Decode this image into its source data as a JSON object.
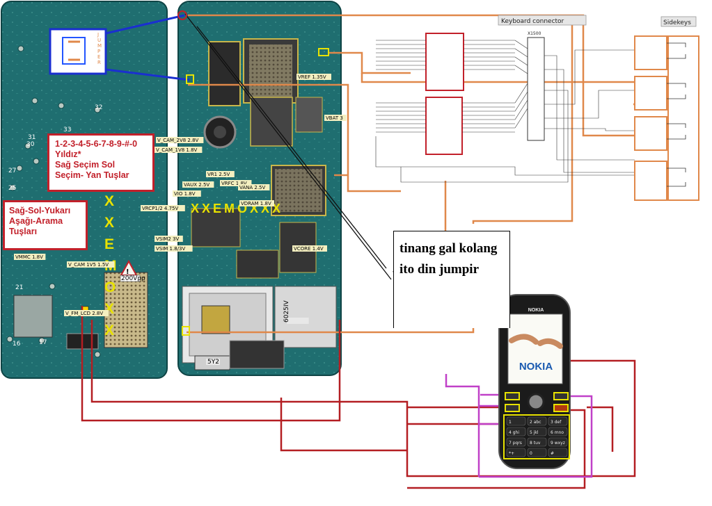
{
  "jumper_label": "JUMPER",
  "callout_keys": {
    "lines": [
      "1-2-3-4-5-6-7-8-9-#-0",
      "Yıldız*",
      "Sağ Seçim Sol",
      "Seçim- Yan Tuşlar"
    ]
  },
  "callout_nav": {
    "lines": [
      "Sağ-Sol-Yukarı",
      "Aşağı-Arama",
      "Tuşları"
    ]
  },
  "note": {
    "lines": [
      "tinang gal kolang",
      "ito din jumpir"
    ]
  },
  "watermark_vertical": "XXEMOXX",
  "watermark_horizontal": "XXEMOXXX",
  "schematic": {
    "keyboard_connector": "Keyboard connector",
    "sidekeys": "Sidekeys",
    "connector_ref": "X1500"
  },
  "board_labels": [
    "VREF 1.35V",
    "VBAT 3",
    "V_CAM_2V8 2.8V",
    "V_CAM_1V8 1.8V",
    "VR1 2.5V",
    "VRFC 1.8V",
    "VANA 2.5V",
    "VAUX 2.5V",
    "VIO 1.8V",
    "VDRAM 1.8V",
    "VRCP1/2 4.75V",
    "VSIM2 3V",
    "VSIM 1.8/3V",
    "VCORE 1.4V",
    "VMMC 1.8V",
    "V_CAM 1V5 1.5V",
    "V_FM_LCD 2.8V",
    "5Y2",
    "6025IV"
  ],
  "phone": {
    "brand": "NOKIA",
    "keys": [
      "1",
      "2 abc",
      "3 def",
      "4 ghi",
      "5 jkl",
      "6 mno",
      "7 pqrs",
      "8 tuv",
      "9 wxyz",
      "*+",
      "0",
      "#"
    ]
  },
  "colors": {
    "board": "#1a6a6c",
    "callout_red": "#c2202a",
    "trace_orange": "#e0884a",
    "trace_red": "#b41e22",
    "trace_magenta": "#c040c8",
    "chip_yellow": "#e8e200",
    "jumper_blue": "#1a2fd0"
  }
}
